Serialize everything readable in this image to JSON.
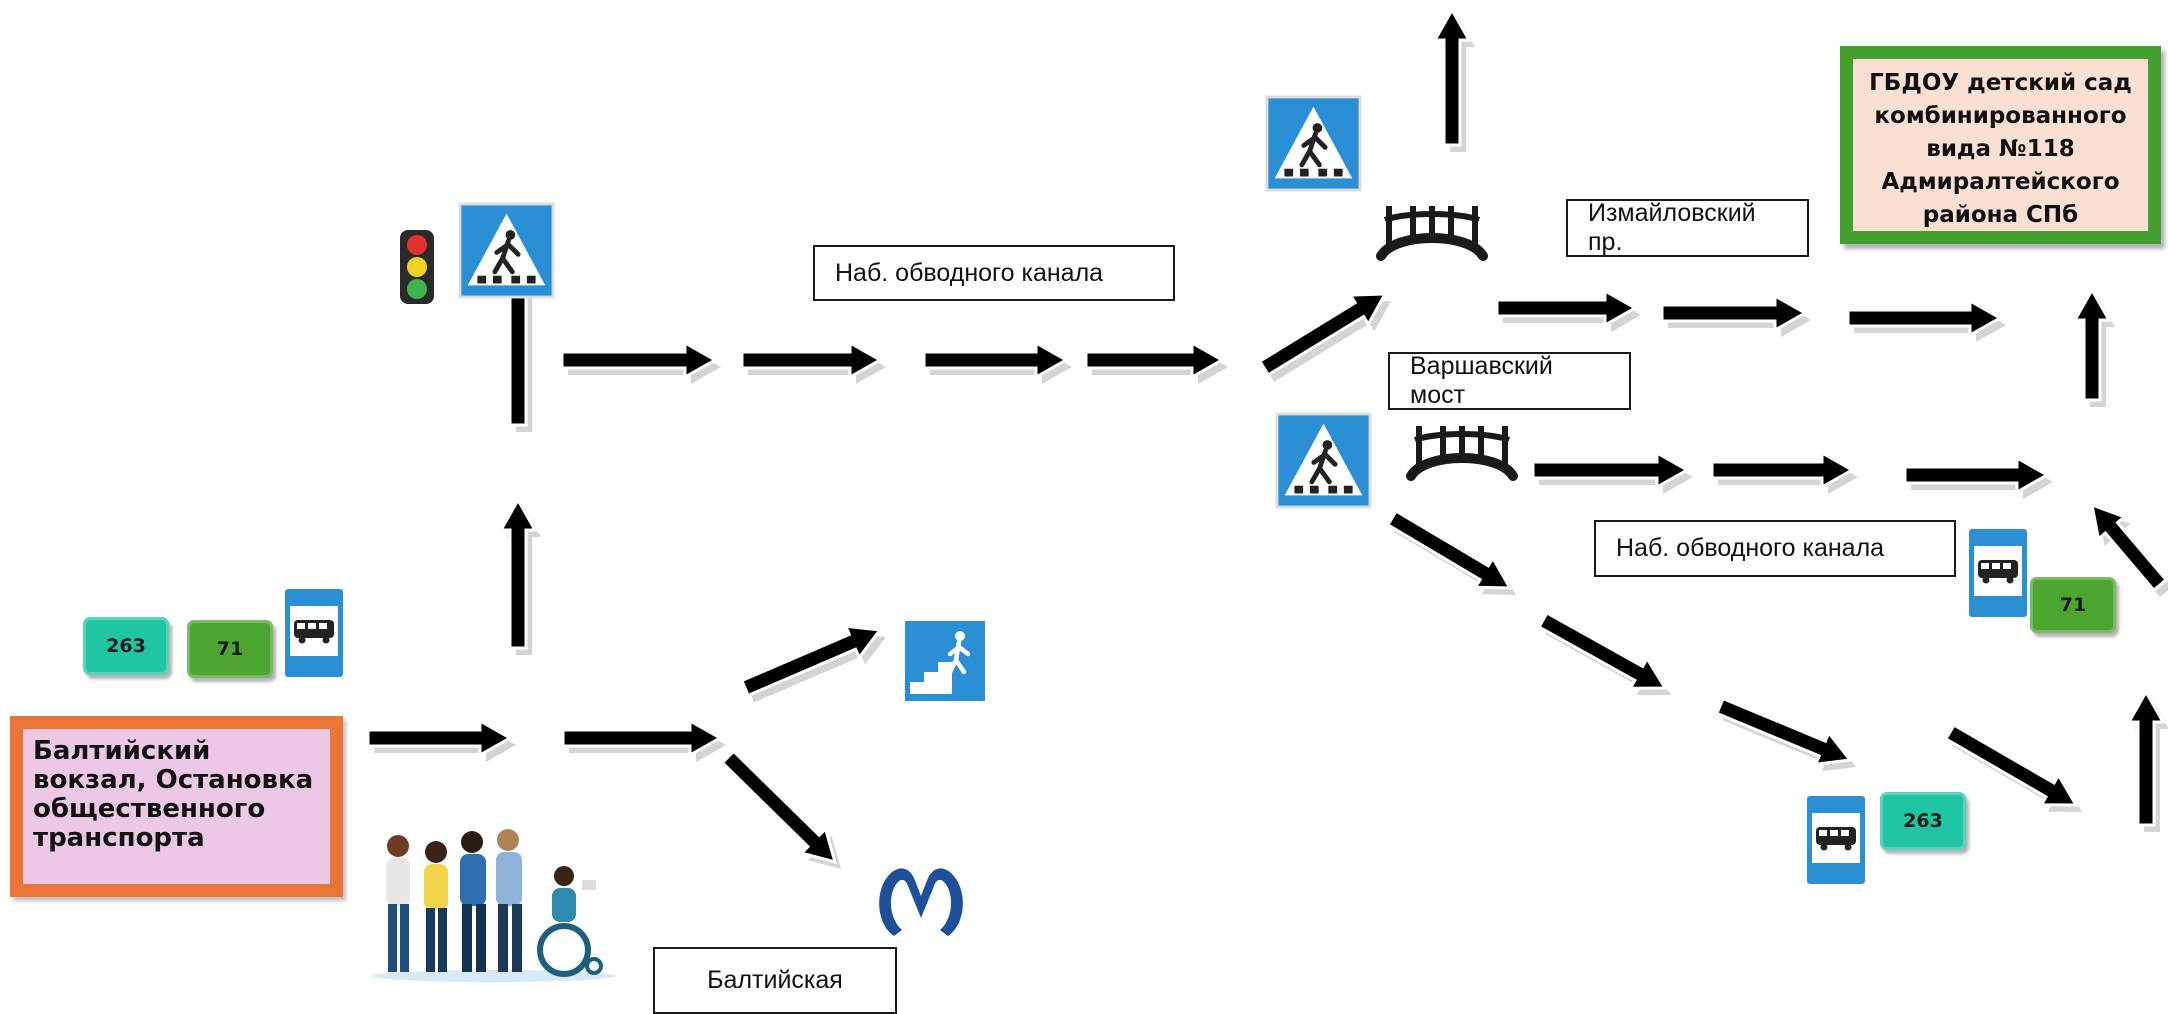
{
  "start": {
    "text": "Балтийский вокзал, Остановка общественного транспорта"
  },
  "destination": {
    "text": "ГБДОУ детский сад комбинированного вида №118 Адмиралтейского района СПб"
  },
  "labels": {
    "embankment_top": "Наб. обводного канала",
    "izmailovsky": "Измайловский пр.",
    "varshavsky_bridge": "Варшавский мост",
    "embankment_right": "Наб. обводного канала",
    "baltiyskaya": "Балтийская"
  },
  "routes": {
    "left_263": "263",
    "left_71": "71",
    "right_71": "71",
    "right_263": "263"
  },
  "icons": {
    "traffic_light": "traffic-light-icon",
    "crosswalk": "pedestrian-crossing-sign-icon",
    "bus_stop": "bus-stop-sign-icon",
    "underpass": "underground-crossing-sign-icon",
    "metro": "metro-logo-icon",
    "bridge": "bridge-icon",
    "people": "accessible-people-icon"
  },
  "colors": {
    "start_border": "#e97637",
    "start_fill": "#ecc8e6",
    "dest_border": "#43a02e",
    "dest_fill": "#fae0d3",
    "route_teal": "#20c6a4",
    "route_green": "#4da531",
    "sign_blue": "#2b8fd6",
    "metro_blue": "#1d4f9b"
  }
}
